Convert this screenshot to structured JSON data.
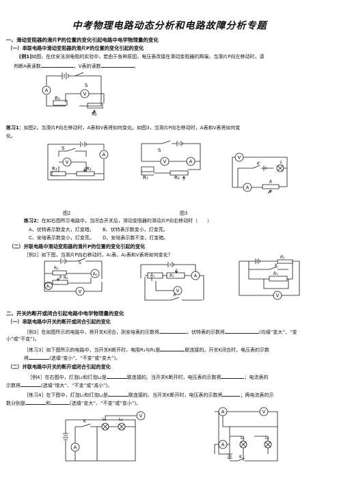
{
  "title": "中考物理电路动态分析和电路故障分析专题",
  "sec1": {
    "heading": "一、滑动变阻器的滑片P的位置的变化引起电路中电学物理量的变化",
    "sub1": "（一）串联电路中滑动变阻器的滑片P的位置的变化引起的变化",
    "ex1_line1_label": "[例1]",
    "ex1_line1": "如图，在伏安法测电阻的实验中，若由于各种原因，电压表改接在滑动变阻器的两端，当滑片P向左移动时，请",
    "ex1_line2a": "判断A表读数",
    "ex1_line2b": "，V表的读数",
    "ex1_line2c": "。",
    "pr1_label": "练习1：",
    "pr1_line1": "如图2，当滑片P向左移动时，A表和V表将如何变化。如图3，当滑片P向左移动时，A表和V表将如何变",
    "pr1_line2": "化。",
    "fig2": "图2",
    "fig3": "图3",
    "pr2_label": "练习2：",
    "pr2_text": "在如右图所示电路中，当闭合开关后，滑动变阻器的滑动片P向右移动时（　　）",
    "optA": "A、伏特表示数变大，灯变暗。",
    "optB": "B、伏特表示数变小，灯变亮。",
    "optC": "C、安培表示数变小，灯变亮。",
    "optD": "D、安培表示数不变，灯变暗。",
    "sub2": "（二）并联电路中滑动变阻器的滑片P的位置的变化引起的变化",
    "ex2": "［例2］如下图，当滑片P向右移动时，A₁表、A₂表和V表将如何变化？"
  },
  "sec2": {
    "heading": "二、开关的断开或闭合引起电路中电学物理量的变化",
    "sub1": "（一）串联电路中开关的断开或闭合引起的变化",
    "ex3_a": "［例3］在如图所示的电路中，将开关K闭合，则安培表的示数将",
    "ex3_b": "，伏特表的示数将",
    "ex3_c": "(均填“变大”、“变",
    "ex3_line2": "小”或“不变”)。",
    "pr3_a": "［练习3］如下图所示的电路中，当开关K断开时，电阻R₁与R₂是",
    "pr3_b": "联连接的。开关K闭合时，电压表的示数",
    "pr3_line2a": "将",
    "pr3_line2b": "(选填“变小”、“不变”或“变大”)。",
    "sub2": "（二）并联电路中开关的断开或闭合引起的变化",
    "ex4_a": "［例4］在右图中，灯泡L₁和灯泡L₂是",
    "ex4_b": "联连接的。当开关K断开时，电压表的示数将",
    "ex4_c": "；电流表的",
    "ex4_line2a": "示数将",
    "ex4_line2b": "(选填“增大”、“不变”或“减小”)。",
    "pr4_a": "［练习4］在下图中，灯泡L₁和灯泡L₂是",
    "pr4_b": "联连接的。当开关K断开时，电压表的示数将",
    "pr4_c": "；两电流表的示",
    "pr4_line2a": "数分别是",
    "pr4_line2b": "和",
    "pr4_line2c": "(选填“变大”、“不变”或“变小”)。"
  },
  "labels": {
    "A": "A",
    "V": "V",
    "S": "S",
    "P": "P",
    "K": "K",
    "L": "L",
    "R": "R",
    "R1": "R₁",
    "R2": "R₂",
    "A1": "A₁",
    "A2": "A₂",
    "L1": "L₁",
    "L2": "L₂"
  }
}
